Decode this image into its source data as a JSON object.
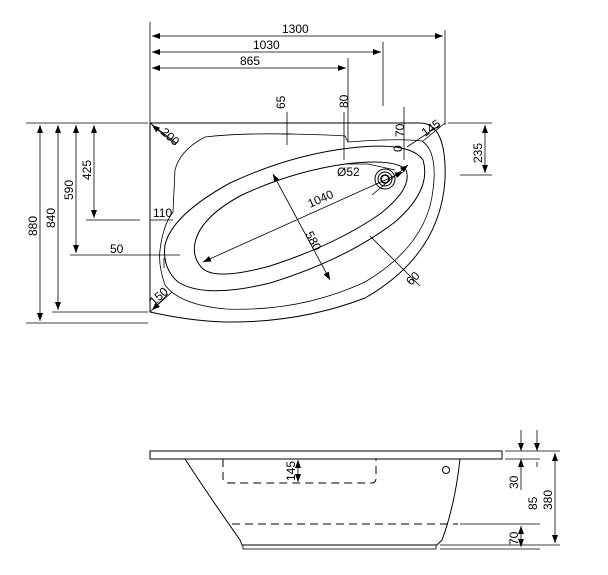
{
  "top_view": {
    "dims": {
      "width_total": "1300",
      "width_1030": "1030",
      "width_865": "865",
      "d65": "65",
      "d80": "80",
      "d70": "70",
      "d145": "145",
      "d235": "235",
      "d200": "200",
      "d880": "880",
      "d840": "840",
      "d590": "590",
      "d425": "425",
      "d110": "110",
      "d50": "50",
      "d150": "150",
      "d1040": "1040",
      "d580": "580",
      "d60": "60",
      "drain": "Ø52",
      "d0": "0"
    }
  },
  "side_view": {
    "dims": {
      "d145": "145",
      "d30": "30",
      "d85": "85",
      "d380": "380",
      "d70": "70"
    }
  }
}
